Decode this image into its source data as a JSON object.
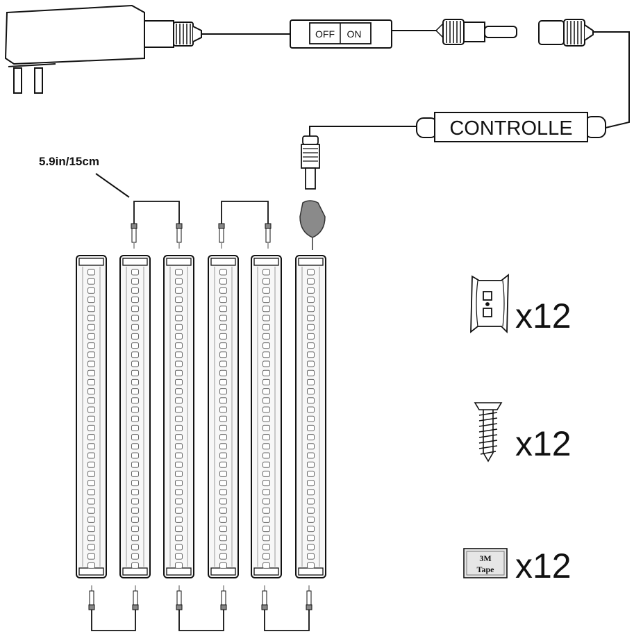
{
  "switch": {
    "off_label": "OFF",
    "on_label": "ON"
  },
  "controller": {
    "label": "CONTROLLE"
  },
  "dimension": {
    "label": "5.9in/15cm"
  },
  "tube_count": 6,
  "accessories": [
    {
      "icon": "mounting-clip-icon",
      "quantity": "x12"
    },
    {
      "icon": "screw-icon",
      "quantity": "x12"
    },
    {
      "icon": "tape-icon",
      "quantity": "x12",
      "tape_line1": "3M",
      "tape_line2": "Tape"
    }
  ],
  "colors": {
    "line": "#111111",
    "tube_fill": "#f7f7f7",
    "plug_tip": "#8a8a8a"
  }
}
